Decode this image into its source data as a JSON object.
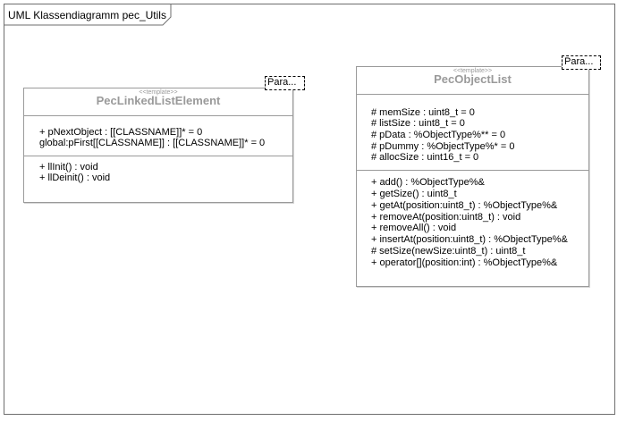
{
  "frame": {
    "title": "UML Klassendiagramm pec_Utils"
  },
  "classes": [
    {
      "stereotype": "<<template>>",
      "name": "PecLinkedListElement",
      "param_label": "Para...",
      "attributes": [
        "+ pNextObject : [[CLASSNAME]]* = 0",
        " global:pFirst[[CLASSNAME]] : [[CLASSNAME]]* = 0"
      ],
      "operations": [
        "+ llInit() : void",
        "+ llDeinit() : void"
      ]
    },
    {
      "stereotype": "<<template>>",
      "name": "PecObjectList",
      "param_label": "Para...",
      "attributes": [
        "# memSize : uint8_t = 0",
        "# listSize : uint8_t = 0",
        "# pData : %ObjectType%** = 0",
        "# pDummy : %ObjectType%* = 0",
        "# allocSize : uint16_t = 0"
      ],
      "operations": [
        "+ add() : %ObjectType%&",
        "+ getSize() : uint8_t",
        "+ getAt(position:uint8_t) : %ObjectType%&",
        "+ removeAt(position:uint8_t) : void",
        "+ removeAll() : void",
        "+ insertAt(position:uint8_t) : %ObjectType%&",
        "# setSize(newSize:uint8_t) : uint8_t",
        "+ operator[](position:int) : %ObjectType%&"
      ]
    }
  ]
}
